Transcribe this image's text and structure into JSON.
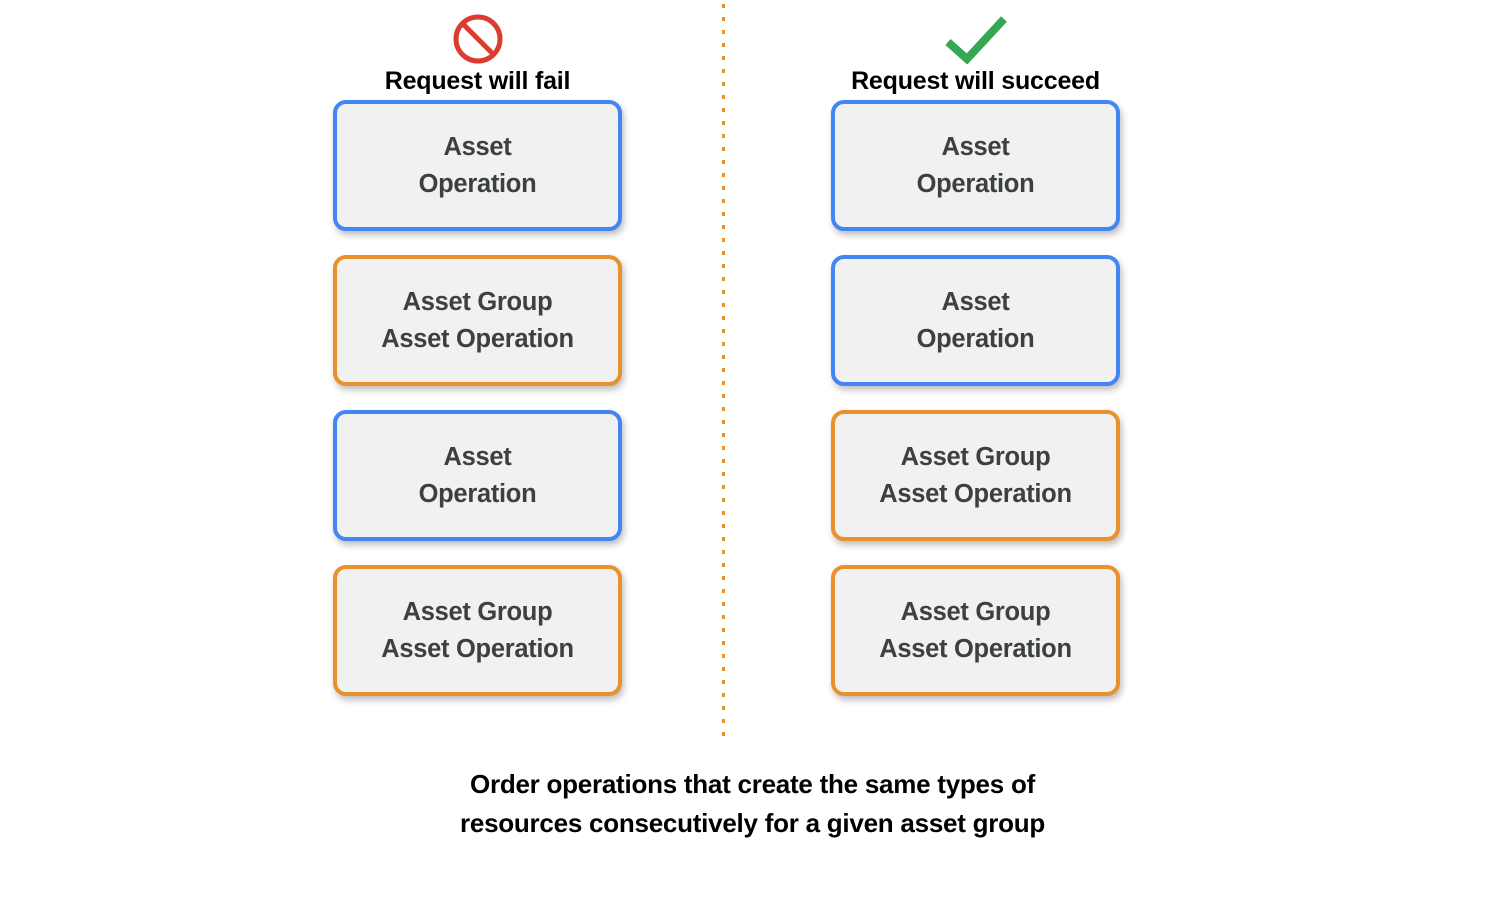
{
  "diagram": {
    "columns": [
      {
        "id": "fail",
        "icon": "prohibited-icon",
        "icon_color": "#db3c30",
        "header_label": "Request will fail",
        "cards": [
          {
            "label": "Asset\nOperation",
            "color": "blue",
            "border_color": "#4285f4"
          },
          {
            "label": "Asset Group\nAsset Operation",
            "color": "orange",
            "border_color": "#e8912d"
          },
          {
            "label": "Asset\nOperation",
            "color": "blue",
            "border_color": "#4285f4"
          },
          {
            "label": "Asset Group\nAsset Operation",
            "color": "orange",
            "border_color": "#e8912d"
          }
        ]
      },
      {
        "id": "succeed",
        "icon": "checkmark-icon",
        "icon_color": "#34a853",
        "header_label": "Request will succeed",
        "cards": [
          {
            "label": "Asset\nOperation",
            "color": "blue",
            "border_color": "#4285f4"
          },
          {
            "label": "Asset\nOperation",
            "color": "blue",
            "border_color": "#4285f4"
          },
          {
            "label": "Asset Group\nAsset Operation",
            "color": "orange",
            "border_color": "#e8912d"
          },
          {
            "label": "Asset Group\nAsset Operation",
            "color": "orange",
            "border_color": "#e8912d"
          }
        ]
      }
    ],
    "divider_color": "#e8912d",
    "card_fill_color": "#f1f1f1",
    "card_text_color": "#3c4043",
    "caption": "Order operations that create the same types of\nresources consecutively for a given asset group"
  }
}
